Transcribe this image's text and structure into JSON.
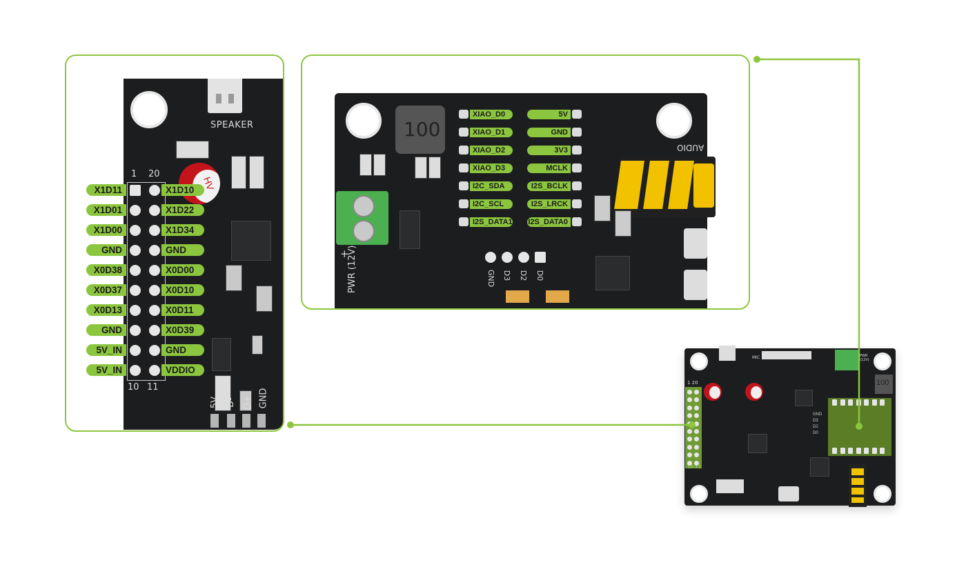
{
  "left_panel": {
    "header_left": "1",
    "header_right": "20",
    "footer_left": "10",
    "footer_right": "11",
    "speaker_label": "SPEAKER",
    "cap_label": "HV",
    "bottom_labels": [
      "5V",
      "D-",
      "D+",
      "GND"
    ],
    "left_pins": [
      "X1D11",
      "X1D01",
      "X1D00",
      "GND",
      "X0D38",
      "X0D37",
      "X0D13",
      "GND",
      "5V_IN",
      "5V_IN"
    ],
    "right_pins": [
      "X1D10",
      "X1D22",
      "X1D34",
      "GND",
      "X0D00",
      "X0D10",
      "X0D11",
      "X0D39",
      "GND",
      "VDDIO"
    ]
  },
  "top_panel": {
    "inductor_label": "100",
    "left_pins": [
      "XIAO_D0",
      "XIAO_D1",
      "XIAO_D2",
      "XIAO_D3",
      "I2C_SDA",
      "I2C_SCL",
      "I2S_DATA1"
    ],
    "right_pins": [
      "5V",
      "GND",
      "3V3",
      "MCLK",
      "I2S_BCLK",
      "I2S_LRCK",
      "I2S_DATA0"
    ],
    "pwr_label": "PWR (12V)",
    "plus_label": "+",
    "audio_label": "AUDIO",
    "bottom_header_labels": [
      "GND",
      "D3",
      "D2",
      "D0"
    ]
  },
  "board_thumbnail": {
    "header_label": "1 20",
    "footer_label": "10 11",
    "mic_label": "MIC",
    "pwr_label": "PWR (12V)",
    "inductor_label": "100",
    "side_labels": [
      "GND",
      "D3",
      "D2",
      "D0"
    ]
  },
  "colors": {
    "accent": "#8cc63f",
    "pcb": "#1c1d1e",
    "pad": "#e6e6e6",
    "terminal": "#4caf50",
    "jack": "#f2c200"
  }
}
